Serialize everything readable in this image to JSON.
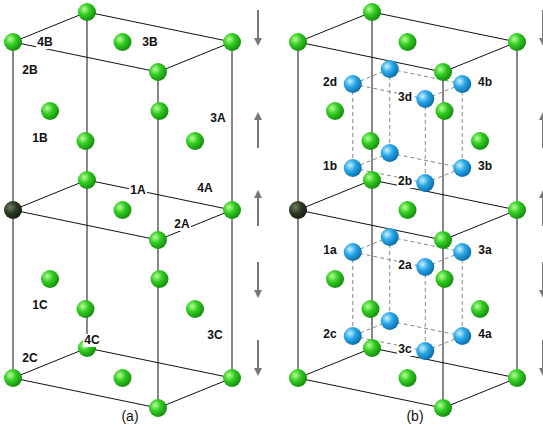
{
  "diagram": {
    "labels": [
      "4B",
      "3B",
      "2B",
      "1B",
      "3A",
      "1A",
      "4A",
      "2A",
      "1C",
      "3C",
      "4C",
      "2C",
      "(a)",
      "2d",
      "3d",
      "4b",
      "1b",
      "2b",
      "3b",
      "1a",
      "2a",
      "3a",
      "2c",
      "3c",
      "4a",
      "(b)"
    ]
  }
}
